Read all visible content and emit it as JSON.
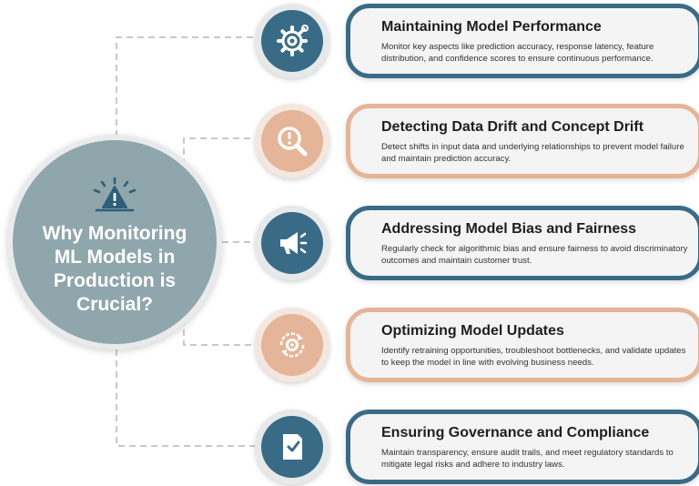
{
  "hub": {
    "title": "Why Monitoring ML Models in Production is Crucial?",
    "icon": "warning-icon"
  },
  "colors": {
    "blue": "#3a6b86",
    "peach": "#e4b598",
    "hub": "#8fa6ac",
    "connector": "#b5b5b5"
  },
  "items": [
    {
      "title": "Maintaining Model Performance",
      "description": "Monitor key aspects like prediction accuracy, response latency, feature distribution, and confidence scores to ensure continuous performance.",
      "icon": "gear-wrench-icon",
      "color": "blue"
    },
    {
      "title": "Detecting Data Drift and Concept Drift",
      "description": "Detect shifts in input data and underlying relationships to prevent model failure and maintain prediction accuracy.",
      "icon": "magnifier-alert-icon",
      "color": "peach"
    },
    {
      "title": "Addressing Model Bias and Fairness",
      "description": "Regularly check for algorithmic bias and ensure fairness to avoid discriminatory outcomes and maintain customer trust.",
      "icon": "megaphone-icon",
      "color": "blue"
    },
    {
      "title": "Optimizing Model Updates",
      "description": "Identify retraining opportunities, troubleshoot bottlenecks, and validate updates to keep the model in line with evolving business needs.",
      "icon": "refresh-gear-icon",
      "color": "peach"
    },
    {
      "title": "Ensuring Governance and Compliance",
      "description": "Maintain transparency, ensure audit trails, and meet regulatory standards to mitigate legal risks and adhere to industry laws.",
      "icon": "document-check-icon",
      "color": "blue"
    }
  ]
}
